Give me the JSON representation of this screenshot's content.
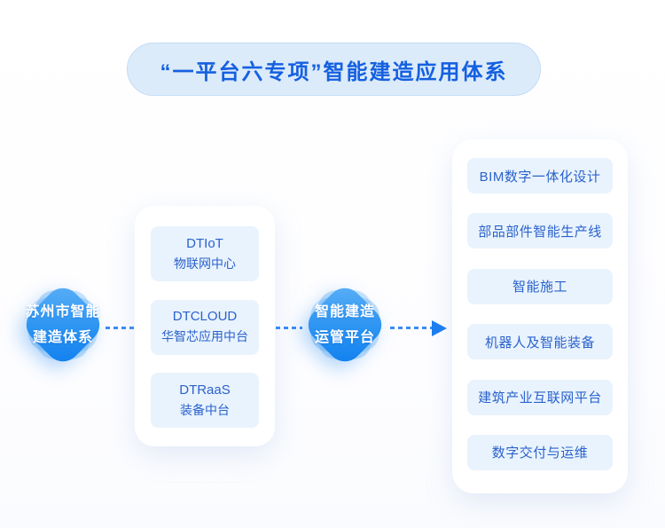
{
  "title": "“一平台六专项”智能建造应用体系",
  "left_node": {
    "line1": "苏州市智能",
    "line2": "建造体系"
  },
  "platform_node": {
    "line1": "智能建造",
    "line2": "运管平台"
  },
  "middle_card": {
    "items": [
      {
        "name": "DTIoT",
        "desc": "物联网中心"
      },
      {
        "name": "DTCLOUD",
        "desc": "华智芯应用中台"
      },
      {
        "name": "DTRaaS",
        "desc": "装备中台"
      }
    ]
  },
  "right_card": {
    "items": [
      {
        "label": "BIM数字一体化设计"
      },
      {
        "label": "部品部件智能生产线"
      },
      {
        "label": "智能施工"
      },
      {
        "label": "机器人及智能装备"
      },
      {
        "label": "建筑产业互联网平台"
      },
      {
        "label": "数字交付与运维"
      }
    ]
  },
  "colors": {
    "accent_blue": "#1b7df0",
    "title_text": "#1560e0",
    "pill_bg": "#dcebfa",
    "pill_border": "#c2dcf6",
    "node_gradient_top": "#5db1f7",
    "node_gradient_bottom": "#0f7eee",
    "node_glow": "#7dbef7",
    "box_bg": "#e9f3fd",
    "box_text": "#2a62cc",
    "connector": "#3b8cf2"
  }
}
